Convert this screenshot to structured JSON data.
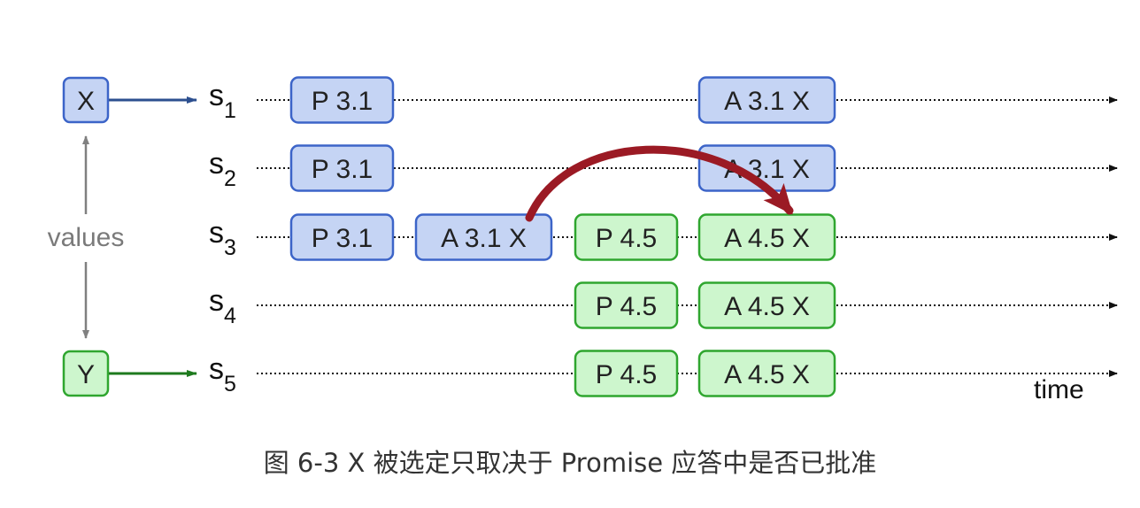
{
  "colors": {
    "blue_fill": "#c5d4f4",
    "blue_stroke": "#3c64c8",
    "green_fill": "#cdf6cd",
    "green_stroke": "#2fa62f",
    "x_arrow": "#2c4f8f",
    "y_arrow": "#1e7a1e",
    "values_arrow": "#808080",
    "transfer_arrow": "#9b1a24",
    "timeline": "#111111"
  },
  "sources": {
    "x": {
      "label": "X"
    },
    "y": {
      "label": "Y"
    },
    "values_label": "values"
  },
  "rows": [
    {
      "base": "s",
      "sub": "1"
    },
    {
      "base": "s",
      "sub": "2"
    },
    {
      "base": "s",
      "sub": "3"
    },
    {
      "base": "s",
      "sub": "4"
    },
    {
      "base": "s",
      "sub": "5"
    }
  ],
  "boxes": [
    {
      "row": 0,
      "col": 0,
      "text": "P 3.1",
      "kind": "blue"
    },
    {
      "row": 0,
      "col": 3,
      "text": "A 3.1 X",
      "kind": "blue"
    },
    {
      "row": 1,
      "col": 0,
      "text": "P 3.1",
      "kind": "blue"
    },
    {
      "row": 1,
      "col": 3,
      "text": "A 3.1 X",
      "kind": "blue"
    },
    {
      "row": 2,
      "col": 0,
      "text": "P 3.1",
      "kind": "blue"
    },
    {
      "row": 2,
      "col": 1,
      "text": "A 3.1 X",
      "kind": "blue"
    },
    {
      "row": 2,
      "col": 2,
      "text": "P 4.5",
      "kind": "green"
    },
    {
      "row": 2,
      "col": 3,
      "text": "A 4.5 X",
      "kind": "green"
    },
    {
      "row": 3,
      "col": 2,
      "text": "P 4.5",
      "kind": "green"
    },
    {
      "row": 3,
      "col": 3,
      "text": "A 4.5 X",
      "kind": "green"
    },
    {
      "row": 4,
      "col": 2,
      "text": "P 4.5",
      "kind": "green"
    },
    {
      "row": 4,
      "col": 3,
      "text": "A 4.5 X",
      "kind": "green"
    }
  ],
  "time_label": "time",
  "caption": "图 6-3 X 被选定只取决于 Promise 应答中是否已批准"
}
